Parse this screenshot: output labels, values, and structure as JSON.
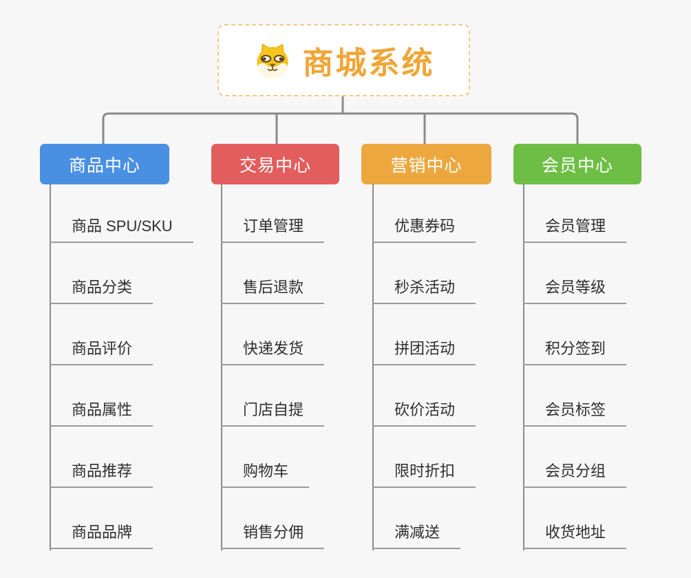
{
  "page": {
    "background": "#f7f7f7",
    "connector_color": "#8a8a8a",
    "underline_color": "#9a9a9a"
  },
  "root": {
    "title": "商城系统",
    "icon": "dog-face",
    "title_color": "#f0a637",
    "border_color": "#f3c98b"
  },
  "branches": [
    {
      "id": "product-center",
      "label": "商品中心",
      "color": "#4a90e2",
      "items": [
        "商品 SPU/SKU",
        "商品分类",
        "商品评价",
        "商品属性",
        "商品推荐",
        "商品品牌"
      ]
    },
    {
      "id": "trade-center",
      "label": "交易中心",
      "color": "#e25d5d",
      "items": [
        "订单管理",
        "售后退款",
        "快递发货",
        "门店自提",
        "购物车",
        "销售分佣"
      ]
    },
    {
      "id": "marketing-center",
      "label": "营销中心",
      "color": "#eca73f",
      "items": [
        "优惠券码",
        "秒杀活动",
        "拼团活动",
        "砍价活动",
        "限时折扣",
        "满减送"
      ]
    },
    {
      "id": "member-center",
      "label": "会员中心",
      "color": "#6ebe45",
      "items": [
        "会员管理",
        "会员等级",
        "积分签到",
        "会员标签",
        "会员分组",
        "收货地址"
      ]
    }
  ]
}
